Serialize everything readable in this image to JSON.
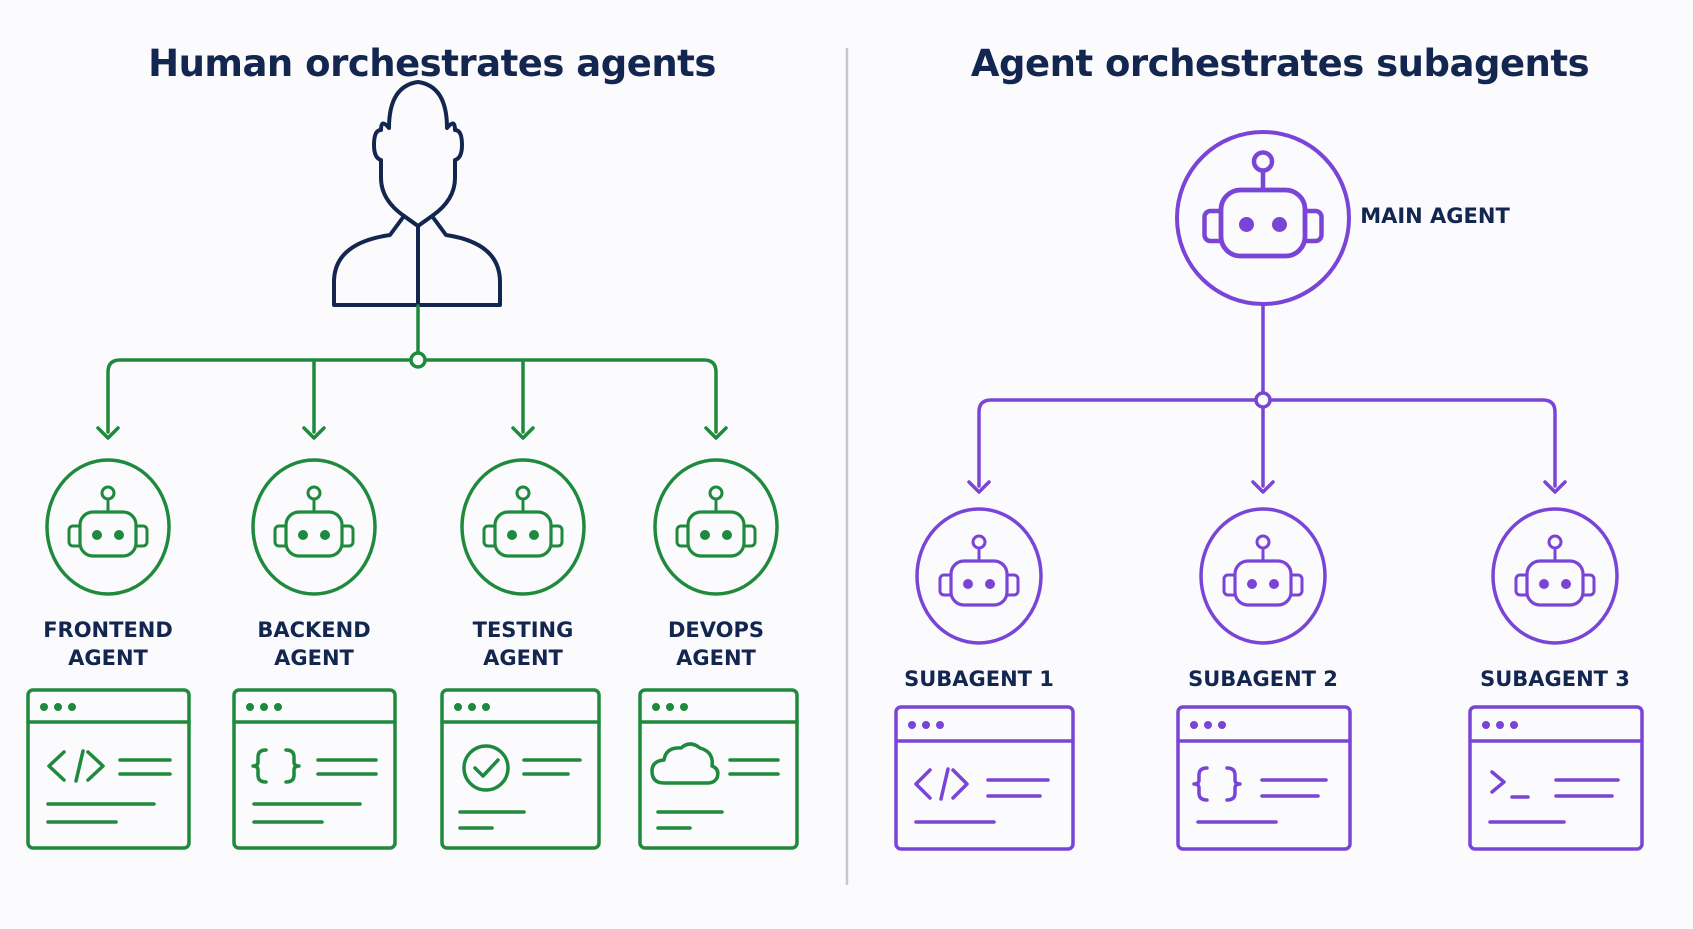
{
  "colors": {
    "navy": "#13264f",
    "green": "#1f8a3d",
    "purple": "#7a45d6",
    "divider": "#c8c8cc",
    "background": "#fbfbfd"
  },
  "left_panel": {
    "title": "Human orchestrates agents",
    "orchestrator_icon": "person-icon",
    "agents": [
      {
        "line1": "FRONTEND",
        "line2": "AGENT",
        "window_icon": "code-brackets-icon"
      },
      {
        "line1": "BACKEND",
        "line2": "AGENT",
        "window_icon": "curly-braces-icon"
      },
      {
        "line1": "TESTING",
        "line2": "AGENT",
        "window_icon": "check-circle-icon"
      },
      {
        "line1": "DEVOPS",
        "line2": "AGENT",
        "window_icon": "cloud-icon"
      }
    ]
  },
  "right_panel": {
    "title": "Agent orchestrates subagents",
    "main_agent_label": "MAIN AGENT",
    "orchestrator_icon": "robot-icon",
    "subagents": [
      {
        "label": "SUBAGENT 1",
        "window_icon": "code-brackets-icon"
      },
      {
        "label": "SUBAGENT 2",
        "window_icon": "curly-braces-icon"
      },
      {
        "label": "SUBAGENT 3",
        "window_icon": "terminal-prompt-icon"
      }
    ]
  }
}
